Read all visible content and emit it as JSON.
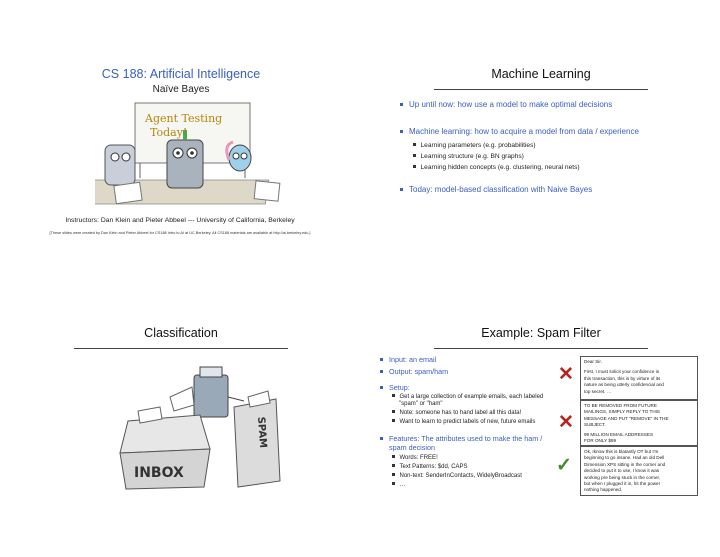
{
  "slide1": {
    "title": "CS 188: Artificial Intelligence",
    "subtitle": "Naïve Bayes",
    "sign_text_line1": "Agent Testing",
    "sign_text_line2": "Today!",
    "instructors": "Instructors: Dan Klein and Pieter Abbeel --- University of California, Berkeley",
    "credits": "[These slides were created by Dan Klein and Pieter Abbeel for CS188 Intro to AI at UC Berkeley. All CS188 materials are available at http://ai.berkeley.edu.]"
  },
  "slide2": {
    "title": "Machine Learning",
    "bullets": [
      {
        "text": "Up until now: how use a model to make optimal decisions",
        "subs": []
      },
      {
        "text": "Machine learning: how to acquire a model from data / experience",
        "subs": [
          "Learning parameters (e.g. probabilities)",
          "Learning structure (e.g. BN graphs)",
          "Learning hidden concepts (e.g. clustering, neural nets)"
        ]
      },
      {
        "text": "Today: model-based classification with Naive Bayes",
        "subs": []
      }
    ]
  },
  "slide3": {
    "title": "Classification",
    "inbox_label": "INBOX",
    "spam_label": "SPAM"
  },
  "slide4": {
    "title": "Example: Spam Filter",
    "b1": "Input: an email",
    "b2": "Output: spam/ham",
    "b3": "Setup:",
    "b3_subs": [
      "Get a large collection of example emails, each labeled",
      "\"spam\" or \"ham\"",
      "Note: someone has to hand label all this data!",
      "Want to learn to predict labels of new, future emails"
    ],
    "b4_line1": "Features: The attributes used to make the ham /",
    "b4_line2": "spam decision",
    "b4_subs": [
      "Words: FREE!",
      "Text Patterns: $dd, CAPS",
      "Non-text: SenderInContacts, WidelyBroadcast",
      "…"
    ],
    "emails": [
      [
        "Dear Sir.",
        "",
        "First, I must solicit your confidence in",
        "this transaction, this is by virture of its",
        "nature as being utterly confidencial and",
        "top secret. …"
      ],
      [
        "TO BE REMOVED FROM FUTURE",
        "MAILINGS, SIMPLY REPLY TO THIS",
        "MESSAGE AND PUT \"REMOVE\" IN THE",
        "SUBJECT.",
        "",
        "99  MILLION EMAIL ADDRESSES",
        "  FOR ONLY $99"
      ],
      [
        "Ok, Iknow this is blatantly OT but I'm",
        "beginning to go insane. Had an old Dell",
        "Dimension XPS sitting in the corner and",
        "decided to put it to use, I know it was",
        "working pre being stuck in the corner,",
        "but when I plugged it in, hit the power",
        "nothing happened."
      ]
    ],
    "spam_mark_color": "#b3261e",
    "ham_mark_color": "#3d8a2a"
  }
}
